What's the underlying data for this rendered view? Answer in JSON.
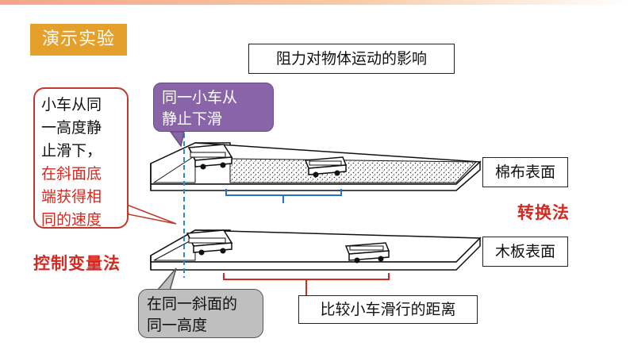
{
  "badge": "演示实验",
  "title": "阻力对物体运动的影响",
  "left_callout": {
    "line1": "小车从同",
    "line2": "一高度静",
    "line3": "止滑下，",
    "line4": "在斜面底",
    "line5": "端获得相",
    "line6": "同的速度"
  },
  "purple_callout": {
    "line1": "同一小车从",
    "line2": "静止下滑"
  },
  "gray_callout": {
    "line1": "在同一斜面的",
    "line2": "同一高度"
  },
  "surface_top": "棉布表面",
  "surface_bottom": "木板表面",
  "method_convert": "转换法",
  "method_control": "控制变量法",
  "distance_label": "比较小车滑行的距离",
  "colors": {
    "badge": "#e4a02b",
    "accent_red": "#d22a20",
    "purple": "#8a64a8",
    "gray": "#bfbfbf",
    "dashed_line": "#2a8fc8"
  }
}
